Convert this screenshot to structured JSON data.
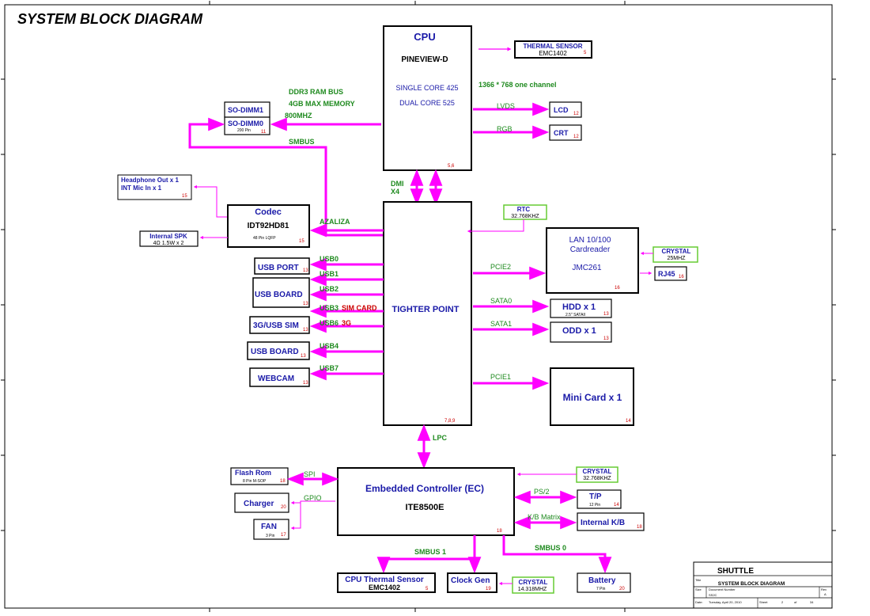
{
  "title": "SYSTEM BLOCK DIAGRAM",
  "colors": {
    "bus": "#ff00ff",
    "label_green": "#1f8a1f",
    "block_blue": "#1a1aa8",
    "pin_red": "#cc0000",
    "crystal_border": "#66cc33",
    "border": "#000000"
  },
  "cpu": {
    "title": "CPU",
    "name": "PINEVIEW-D",
    "line1": "SINGLE CORE 425",
    "line2": "DUAL CORE 525",
    "page": "5,6",
    "resolution": "1366 * 768 one channel"
  },
  "thermal_top": {
    "title": "THERMAL SENSOR",
    "part": "EMC1402",
    "page": "5"
  },
  "lcd": {
    "label": "LCD",
    "page": "12",
    "bus": "LVDS"
  },
  "crt": {
    "label": "CRT",
    "page": "12",
    "bus": "RGB"
  },
  "memory": {
    "dimm1": "SO-DIMM1",
    "dimm0": "SO-DIMM0",
    "pins": "200 Pin",
    "page": "11",
    "bus_line1": "DDR3 RAM BUS",
    "bus_line2": "4GB MAX MEMORY",
    "bus_line3": "800MHZ",
    "smbus": "SMBUS"
  },
  "dmi": {
    "line1": "DMI",
    "line2": "X4"
  },
  "headphone": {
    "line1": "Headphone Out x 1",
    "line2": "INT Mic In x 1",
    "page": "15"
  },
  "codec": {
    "title": "Codec",
    "part": "IDT92HD81",
    "package": "48 Pin LQFP",
    "page": "15",
    "bus": "AZALIZA"
  },
  "internal_spk": {
    "title": "Internal SPK",
    "spec": "4Ω 1.5W x 2"
  },
  "pch": {
    "name": "TIGHTER POINT",
    "page": "7,8,9"
  },
  "rtc": {
    "title": "RTC",
    "freq": "32.768KHZ"
  },
  "lan": {
    "line1": "LAN 10/100",
    "line2": "Cardreader",
    "part": "JMC261",
    "page": "16",
    "bus": "PCIE2"
  },
  "lan_crystal": {
    "title": "CRYSTAL",
    "freq": "25MHZ"
  },
  "rj45": {
    "label": "RJ45",
    "page": "16"
  },
  "hdd": {
    "label": "HDD x 1",
    "sub": "2.5\" SATAII",
    "page": "13",
    "bus": "SATA0"
  },
  "odd": {
    "label": "ODD x 1",
    "page": "13",
    "bus": "SATA1"
  },
  "minicard": {
    "label": "Mini Card x 1",
    "page": "14",
    "bus": "PCIE1"
  },
  "usb": [
    {
      "label": "USB PORT",
      "page": "13",
      "bus": "USB0",
      "note": ""
    },
    {
      "label": "USB BOARD",
      "page": "13",
      "bus": "USB1",
      "note": ""
    },
    {
      "label": "",
      "page": "",
      "bus": "USB2",
      "note": ""
    },
    {
      "label": "",
      "page": "",
      "bus": "USB3",
      "note": "SIM CARD"
    },
    {
      "label": "3G/USB SIM",
      "page": "13",
      "bus": "USB6",
      "note": "3G"
    },
    {
      "label": "USB BOARD",
      "page": "13",
      "bus": "USB4",
      "note": ""
    },
    {
      "label": "WEBCAM",
      "page": "13",
      "bus": "USB7",
      "note": ""
    }
  ],
  "lpc": "LPC",
  "ec": {
    "title": "Embedded Controller (EC)",
    "part": "ITE8500E",
    "page": "18"
  },
  "flash": {
    "title": "Flash Rom",
    "spec": "8 Pin M-SOP",
    "page": "18",
    "bus": "SPI"
  },
  "charger": {
    "title": "Charger",
    "page": "20",
    "bus": "GPIO"
  },
  "fan": {
    "title": "FAN",
    "spec": "3 Pin",
    "page": "17"
  },
  "ec_crystal": {
    "title": "CRYSTAL",
    "freq": "32.768KHZ"
  },
  "tp": {
    "title": "T/P",
    "spec": "12 Pin",
    "page": "14",
    "bus": "PS/2"
  },
  "kb": {
    "title": "Internal K/B",
    "page": "18",
    "bus": "K/B Matrix"
  },
  "smbus1": "SMBUS 1",
  "smbus0": "SMBUS 0",
  "cpu_thermal": {
    "title": "CPU Thermal Sensor",
    "part": "EMC1402",
    "page": "5"
  },
  "clockgen": {
    "title": "Clock Gen",
    "page": "19"
  },
  "clk_crystal": {
    "title": "CRYSTAL",
    "freq": "14.318MHZ"
  },
  "battery": {
    "title": "Battery",
    "spec": "7 Pin",
    "page": "20"
  },
  "titleblock": {
    "company": "SHUTTLE",
    "title_label": "Title",
    "title": "SYSTEM BLOCK DIAGRAM",
    "size_label": "Size",
    "docnum_label": "Document Number",
    "rev_label": "Rev",
    "size": "",
    "docnum": "SS2C",
    "rev": "A",
    "date_label": "Date:",
    "date": "Tuesday, April 20, 2010",
    "sheet_label": "Sheet",
    "sheet": "2",
    "of_label": "of",
    "total": "34"
  }
}
